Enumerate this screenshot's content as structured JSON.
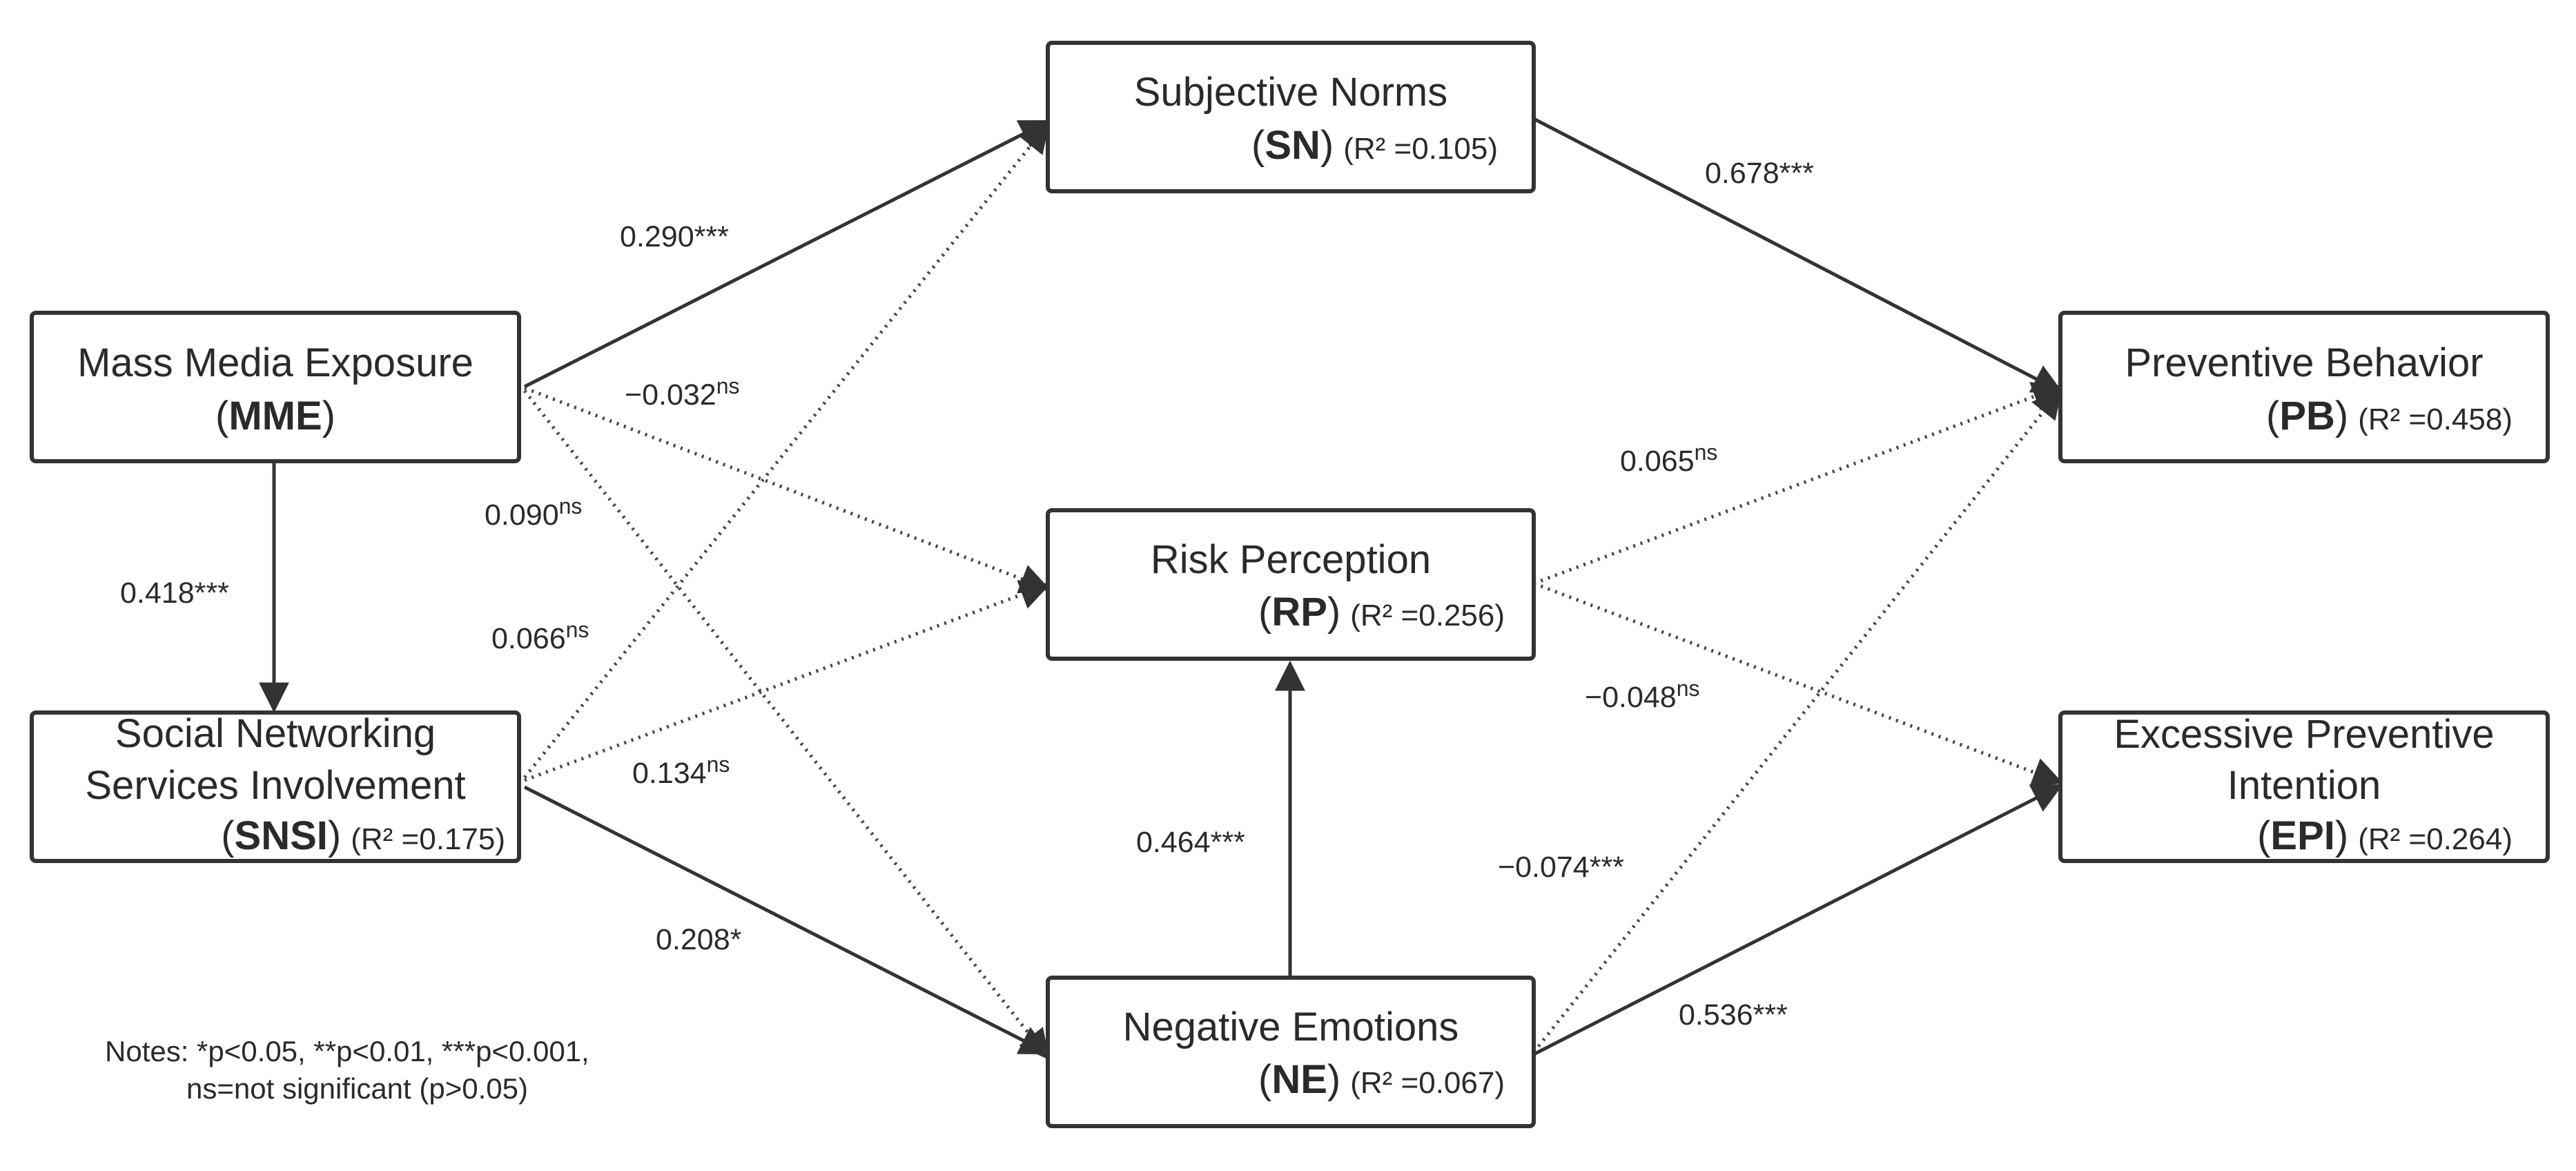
{
  "colors": {
    "stroke": "#333333",
    "text": "#2a2a2a",
    "background": "#ffffff"
  },
  "nodes": {
    "sn": {
      "title": "Subjective Norms",
      "abbr": "SN",
      "r2": "(R² =0.105)"
    },
    "mme": {
      "title": "Mass Media Exposure",
      "abbr": "MME"
    },
    "pb": {
      "title": "Preventive Behavior",
      "abbr": "PB",
      "r2": "(R² =0.458)"
    },
    "rp": {
      "title": "Risk Perception",
      "abbr": "RP",
      "r2": "(R² =0.256)"
    },
    "snsi": {
      "title_line1": "Social Networking",
      "title_line2": "Services Involvement",
      "abbr": "SNSI",
      "r2": "(R² =0.175)"
    },
    "epi": {
      "title_line1": "Excessive Preventive",
      "title_line2": "Intention",
      "abbr": "EPI",
      "r2": "(R² =0.264)"
    },
    "ne": {
      "title": "Negative Emotions",
      "abbr": "NE",
      "r2": "(R² =0.067)"
    }
  },
  "paths": [
    {
      "id": "mme-sn",
      "from": "MME",
      "to": "SN",
      "coef": "0.290",
      "sig": "***",
      "significant": true
    },
    {
      "id": "mme-rp",
      "from": "MME",
      "to": "RP",
      "coef": "−0.032",
      "sig": "ns",
      "significant": false
    },
    {
      "id": "mme-ne",
      "from": "MME",
      "to": "NE",
      "coef": "0.090",
      "sig": "ns",
      "significant": false
    },
    {
      "id": "mme-snsi",
      "from": "MME",
      "to": "SNSI",
      "coef": "0.418",
      "sig": "***",
      "significant": true
    },
    {
      "id": "snsi-sn",
      "from": "SNSI",
      "to": "SN",
      "coef": "0.066",
      "sig": "ns",
      "significant": false
    },
    {
      "id": "snsi-rp",
      "from": "SNSI",
      "to": "RP",
      "coef": "0.134",
      "sig": "ns",
      "significant": false
    },
    {
      "id": "snsi-ne",
      "from": "SNSI",
      "to": "NE",
      "coef": "0.208",
      "sig": "*",
      "significant": true
    },
    {
      "id": "sn-pb",
      "from": "SN",
      "to": "PB",
      "coef": "0.678",
      "sig": "***",
      "significant": true
    },
    {
      "id": "rp-pb",
      "from": "RP",
      "to": "PB",
      "coef": "0.065",
      "sig": "ns",
      "significant": false
    },
    {
      "id": "rp-epi",
      "from": "RP",
      "to": "EPI",
      "coef": "−0.048",
      "sig": "ns",
      "significant": false
    },
    {
      "id": "ne-rp",
      "from": "NE",
      "to": "RP",
      "coef": "0.464",
      "sig": "***",
      "significant": true
    },
    {
      "id": "ne-pb",
      "from": "NE",
      "to": "PB",
      "coef": "−0.074",
      "sig": "***",
      "significant": false
    },
    {
      "id": "ne-epi",
      "from": "NE",
      "to": "EPI",
      "coef": "0.536",
      "sig": "***",
      "significant": true
    }
  ],
  "notes": {
    "line1": "Notes: *p<0.05, **p<0.01, ***p<0.001,",
    "line2": "ns=not significant (p>0.05)"
  }
}
